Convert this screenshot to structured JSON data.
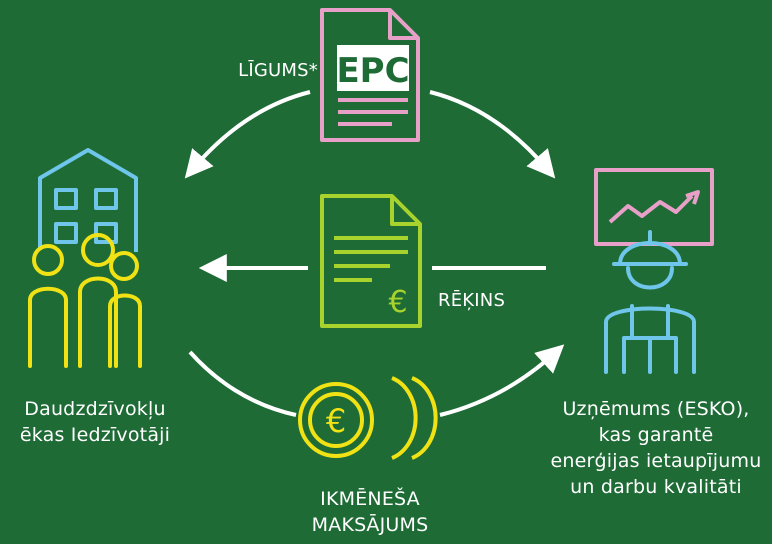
{
  "colors": {
    "background": "#1e6b36",
    "arrow": "#ffffff",
    "pink": "#e8a0c8",
    "blue": "#6fc6ea",
    "yellow": "#f0e214",
    "lime": "#a8d22c"
  },
  "labels": {
    "contract": "LĪGUMS*",
    "invoice": "RĒĶINS",
    "residents": [
      "Daudzdzīvokļu",
      "ēkas Iedzīvotāji"
    ],
    "esco": [
      "Uzņēmums (ESKO),",
      "kas garantē",
      "enerģijas ietaupījumu",
      "un darbu kvalitāti"
    ],
    "payment": [
      "IKMĒNEŠA",
      "MAKSĀJUMS"
    ]
  },
  "documents": {
    "epc_title": "EPC",
    "invoice_symbol": "€",
    "coin_symbol": "€"
  },
  "icons": [
    "epc-document-icon",
    "invoice-document-icon",
    "euro-coins-icon",
    "apartment-building-icon",
    "residents-family-icon",
    "engineer-worker-icon",
    "growth-chart-icon"
  ]
}
